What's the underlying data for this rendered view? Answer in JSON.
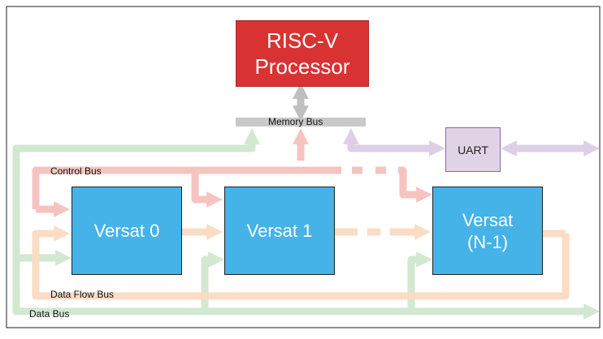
{
  "diagram": {
    "processor": {
      "line1": "RISC-V",
      "line2": "Processor"
    },
    "memory_bus": "Memory Bus",
    "uart": "UART",
    "control_bus": "Control Bus",
    "data_flow_bus": "Data Flow Bus",
    "data_bus": "Data Bus",
    "versat_0": "Versat 0",
    "versat_1": "Versat 1",
    "versat_n": {
      "line1": "Versat",
      "line2": "(N-1)"
    }
  },
  "colors": {
    "processor": "#d93232",
    "versat": "#45b3e8",
    "uart": "#e1d3e6",
    "memory_bus": "#bfbfbf",
    "control_bus": "#f5c4c0",
    "data_flow_bus": "#fbdcc4",
    "data_bus": "#d2e8d0",
    "uart_link": "#ddd0e6"
  }
}
